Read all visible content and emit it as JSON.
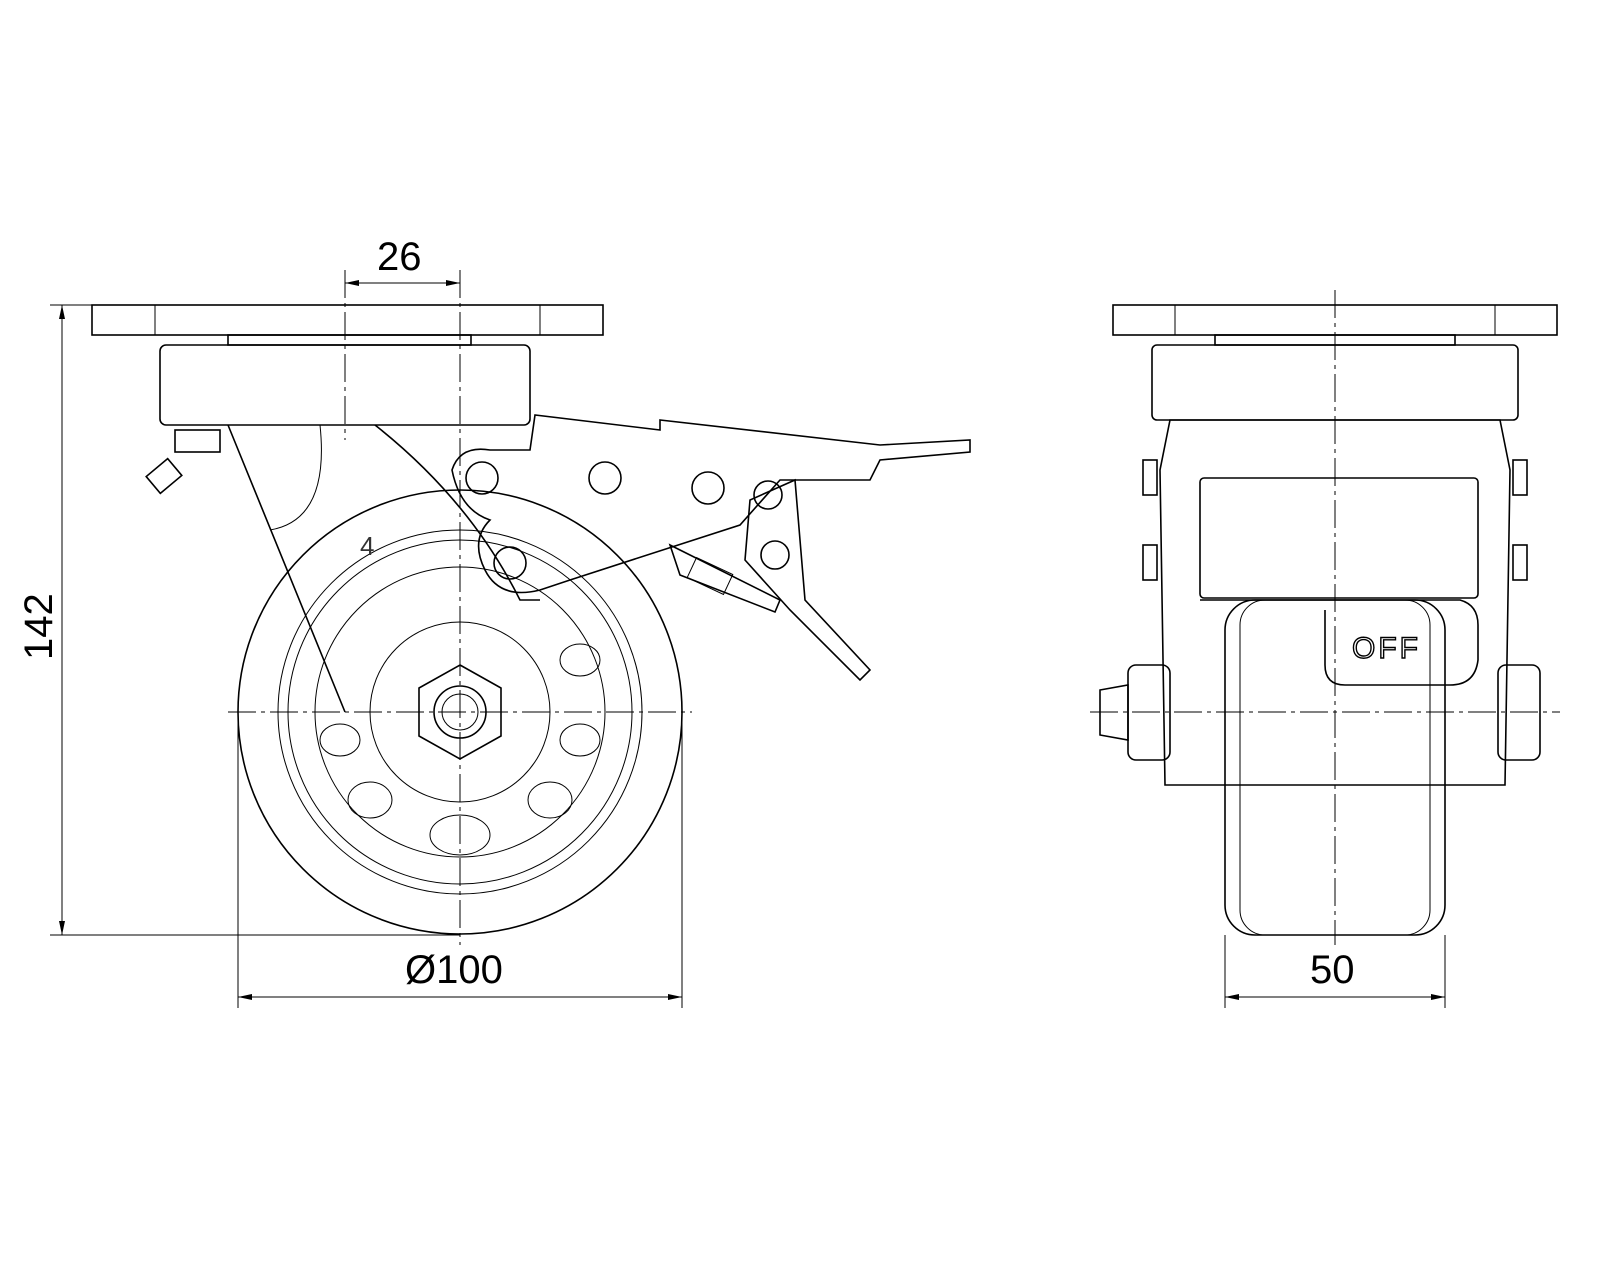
{
  "drawing": {
    "dimensions": {
      "offset": "26",
      "height": "142",
      "diameter": "Ø100",
      "width": "50"
    },
    "part_marking": "4",
    "brake_label": "OFF"
  }
}
